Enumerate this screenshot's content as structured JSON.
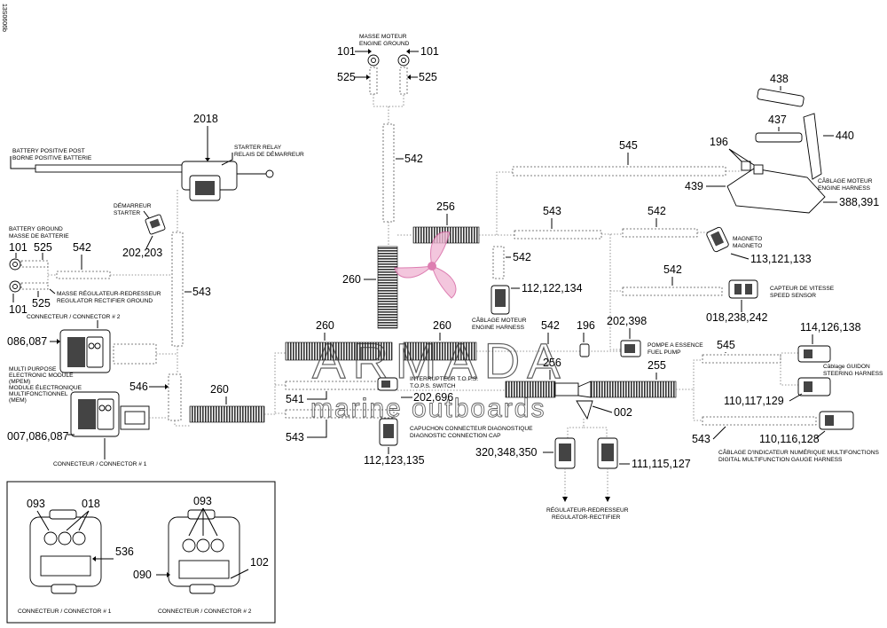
{
  "drawing_id": "13S0606b",
  "watermark": {
    "line1": "ARMADA",
    "line2": "marine outboards",
    "color": "#e07ab0"
  },
  "parts": {
    "p101a": "101",
    "p101b": "101",
    "p525a": "525",
    "p525b": "525",
    "p542_top": "542",
    "p2018": "2018",
    "p438": "438",
    "p437": "437",
    "p440": "440",
    "p196_top": "196",
    "p545_top": "545",
    "p439": "439",
    "p388": "388,391",
    "p256_top": "256",
    "p543_mid": "543",
    "p542_mid": "542",
    "p542_side": "542",
    "p113": "113,121,133",
    "p542_speed": "542",
    "p018": "018,238,242",
    "p260_left": "260",
    "p112_122": "112,122,134",
    "p101_gnd": "101",
    "p525_gnd": "525",
    "p542_gnd": "542",
    "p101_gnd2": "101",
    "p525_gnd2": "525",
    "p202_203": "202,203",
    "p543_left": "543",
    "p086": "086,087",
    "p546": "546",
    "p260_bottom": "260",
    "p007": "007,086,087",
    "p260_upper": "260",
    "p260_upper2": "260",
    "p542_fuel": "542",
    "p196_fuel": "196",
    "p202_398": "202,398",
    "p545_right": "545",
    "p114": "114,126,138",
    "p256_right": "256",
    "p255": "255",
    "p110_117": "110,117,129",
    "p002": "002",
    "p541": "541",
    "p202_696": "202,696",
    "p543_bottom": "543",
    "p112_123": "112,123,135",
    "p320": "320,348,350",
    "p111": "111,115,127",
    "p543_right": "543",
    "p110_116": "110,116,128",
    "c1_093": "093",
    "c1_018": "018",
    "c1_536": "536",
    "c2_093": "093",
    "c2_090": "090",
    "c2_102": "102"
  },
  "labels": {
    "engine_ground_fr": "MASSE MOTEUR",
    "engine_ground_en": "ENGINE GROUND",
    "battery_post_en": "BATTERY POSITIVE POST",
    "battery_post_fr": "BORNE POSITIVE BATTERIE",
    "starter_relay_en": "STARTER RELAY",
    "starter_relay_fr": "RELAIS DE DÉMARREUR",
    "starter_fr": "DÉMARREUR",
    "starter_en": "STARTER",
    "engine_harness_top_fr": "CÂBLAGE MOTEUR",
    "engine_harness_top_en": "ENGINE HARNESS",
    "magneto_fr": "MAGNETO",
    "magneto_en": "MAGNETO",
    "speed_fr": "CAPTEUR DE VITESSE",
    "speed_en": "SPEED SENSOR",
    "battery_ground_en": "BATTERY GROUND",
    "battery_ground_fr": "MASSE DE BATTERIE",
    "rr_ground_fr": "MASSE RÉGULATEUR-REDRESSEUR",
    "rr_ground_en": "REGULATOR RECTIFIER GROUND",
    "connector2": "CONNECTEUR / CONNECTOR # 2",
    "engine_harness_mid_fr": "CÂBLAGE MOTEUR",
    "engine_harness_mid_en": "ENGINE HARNESS",
    "mpem_1": "MULTI PURPOSE",
    "mpem_2": "ELECTRONIC MODULE",
    "mpem_3": "(MPEM)",
    "mpem_4": "MODULE ÉLECTRONIQUE",
    "mpem_5": "MULTIFONCTIONNEL",
    "mpem_6": "(MEM)",
    "fuel_pump_fr": "POMPE A ESSENCE",
    "fuel_pump_en": "FUEL PUMP",
    "steering_fr": "Câblage GUIDON",
    "steering_en": "STEERING HARNESS",
    "tops_fr": "INTERRUPTEUR T.O.P.S.",
    "tops_en": "T.O.P.S. SWITCH",
    "diag_fr": "CAPUCHON CONNECTEUR DIAGNOSTIQUE",
    "diag_en": "DIAGNOSTIC CONNECTION CAP",
    "connector1": "CONNECTEUR / CONNECTOR # 1",
    "rr_fr": "RÉGULATEUR-REDRESSEUR",
    "rr_en": "REGULATOR-RECTIFIER",
    "gauge_fr": "CÂBLAGE D'INDICATEUR NUMÉRIQUE MULTIFONCTIONS",
    "gauge_en": "DIGITAL MULTIFUNCTION GAUGE HARNESS",
    "inset_c1": "CONNECTEUR / CONNECTOR # 1",
    "inset_c2": "CONNECTEUR / CONNECTOR # 2"
  }
}
